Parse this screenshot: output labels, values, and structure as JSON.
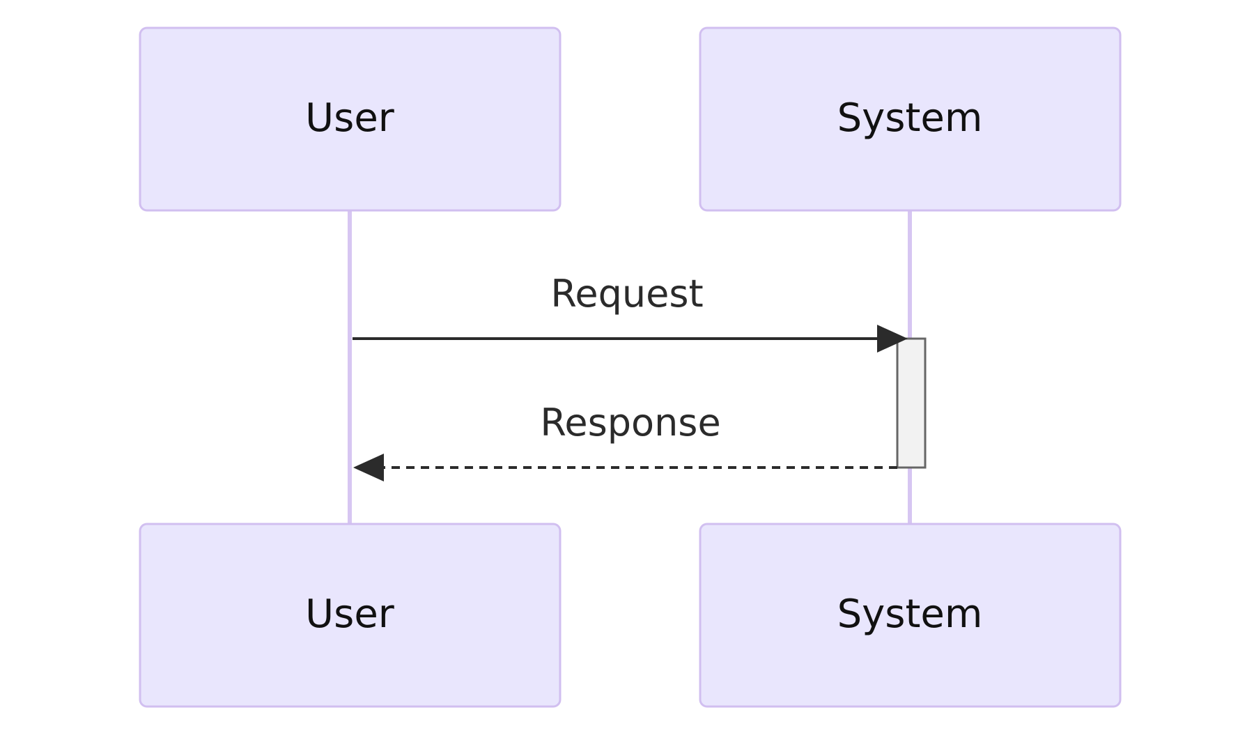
{
  "participants": [
    {
      "label": "User"
    },
    {
      "label": "System"
    }
  ],
  "messages": [
    {
      "from": "User",
      "to": "System",
      "label": "Request",
      "style": "solid"
    },
    {
      "from": "System",
      "to": "User",
      "label": "Response",
      "style": "dashed"
    }
  ],
  "colors": {
    "actor_fill": "#e9e6fd",
    "actor_border": "#d1bff0",
    "lifeline": "#d7c6f2",
    "arrow": "#2b2b2b",
    "activation_fill": "#f2f2f2"
  }
}
